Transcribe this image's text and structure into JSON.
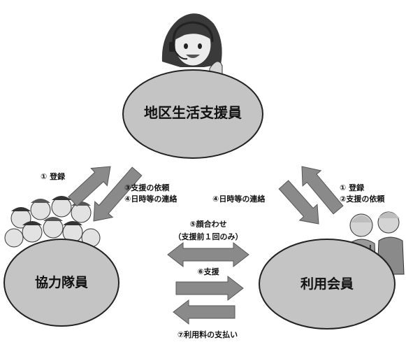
{
  "nodes": {
    "supporter": "地区生活支援員",
    "volunteer": "協力隊員",
    "member": "利用会員"
  },
  "labels": {
    "volunteer_register": "① 登録",
    "request_to_volunteer": "③支援の依頼",
    "schedule_to_volunteer": "④日時等の連絡",
    "schedule_to_member": "④日時等の連絡",
    "member_register": "① 登録",
    "member_request": "②支援の依頼",
    "meet": "⑤顔合わせ",
    "meet_note": "（支援前１回のみ）",
    "support": "⑥支援",
    "fee": "⑦利用料の支払い"
  },
  "colors": {
    "node_fill": "#c4c4c4",
    "node_stroke": "#222222",
    "arrow_fill": "#8a8a8a",
    "arrow_stroke": "#555555"
  },
  "icons": {
    "supporter": "woman-with-headset-icon",
    "volunteers": "group-of-people-icon",
    "member": "elderly-couple-icon"
  }
}
